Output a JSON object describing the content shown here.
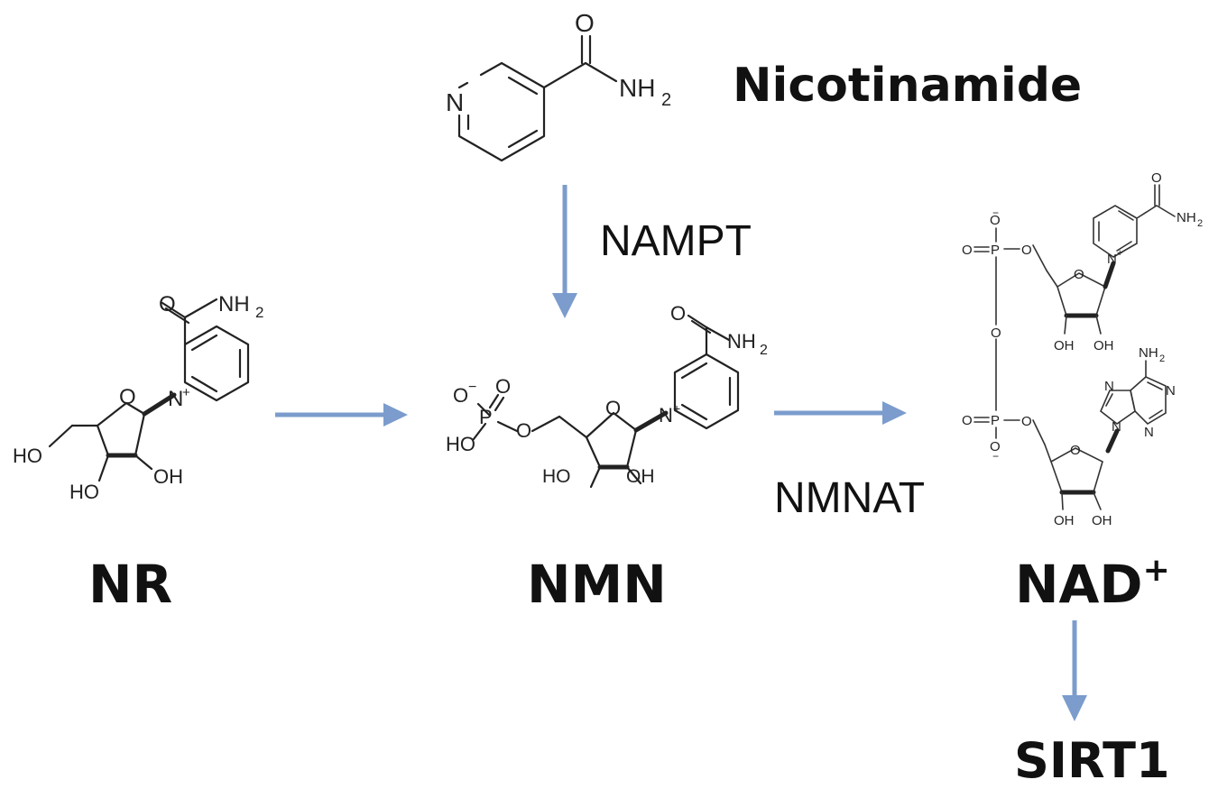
{
  "molecules": {
    "nicotinamide": {
      "name": "Nicotinamide",
      "atoms": {
        "o": "O",
        "n": "N",
        "nh": "NH",
        "sub2": "2"
      }
    },
    "nr": {
      "name": "NR",
      "atoms": {
        "o_amide": "O",
        "nh": "NH",
        "sub2": "2",
        "n_plus": "N",
        "plus": "+",
        "o_ring": "O",
        "ho5": "HO",
        "ho3": "HO",
        "oh2": "OH"
      }
    },
    "nmn": {
      "name": "NMN",
      "atoms": {
        "o_minus": "O",
        "minus": "−",
        "p": "P",
        "o_dbl": "O",
        "ho_p": "HO",
        "o_link": "O",
        "o_ring": "O",
        "n_plus": "N",
        "plus": "+",
        "o_amide": "O",
        "nh": "NH",
        "sub2": "2",
        "ho3": "HO",
        "oh2": "OH"
      }
    },
    "nad": {
      "name": "NAD",
      "name_sup": "+",
      "atoms": {
        "o_minus_top": "O",
        "minus_top": "−",
        "o_dbl_top": "O",
        "p_top": "P",
        "o_link_top": "O",
        "o_bridge": "O",
        "o_dbl_bot": "O",
        "p_bot": "P",
        "o_minus_bot": "O",
        "minus_bot": "−",
        "o_link_bot": "O",
        "o_ring_top": "O",
        "n_plus": "N",
        "plus": "+",
        "o_amide": "O",
        "nh_amide": "NH",
        "sub2_amide": "2",
        "oh_a": "OH",
        "oh_b": "OH",
        "nh_amine": "NH",
        "sub2_amine": "2",
        "n_a1": "N",
        "n_a2": "N",
        "n_a3": "N",
        "n_a4": "N",
        "o_ring_bot": "O",
        "oh_c": "OH",
        "oh_d": "OH"
      }
    },
    "sirt1": {
      "name": "SIRT1"
    }
  },
  "enzymes": {
    "nampt": "NAMPT",
    "nmnat": "NMNAT"
  },
  "colors": {
    "arrow": "#7b9ccc",
    "structure": "#222222",
    "label": "#111111"
  }
}
